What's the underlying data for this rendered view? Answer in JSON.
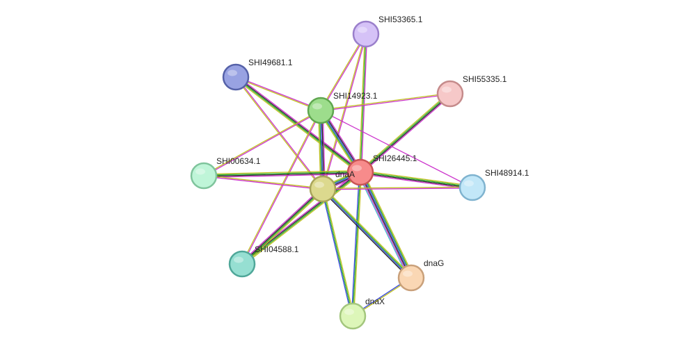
{
  "nodes": [
    {
      "id": "SHI53365.1",
      "label": "SHI53365.1",
      "fill": "#d5c2f7",
      "stroke": "#9a7fcb"
    },
    {
      "id": "SHI49681.1",
      "label": "SHI49681.1",
      "fill": "#98a2e2",
      "stroke": "#5561a8"
    },
    {
      "id": "SHI55335.1",
      "label": "SHI55335.1",
      "fill": "#f6c8c8",
      "stroke": "#c58b8b"
    },
    {
      "id": "SHI14923.1",
      "label": "SHI14923.1",
      "fill": "#9ddd8c",
      "stroke": "#5fa64f"
    },
    {
      "id": "SHI26445.1",
      "label": "SHI26445.1",
      "fill": "#f78b8b",
      "stroke": "#c95555"
    },
    {
      "id": "SHI00634.1",
      "label": "SHI00634.1",
      "fill": "#bff5d8",
      "stroke": "#7fc49c"
    },
    {
      "id": "dnaA",
      "label": "dnaA",
      "fill": "#dcd98e",
      "stroke": "#a8a45a"
    },
    {
      "id": "SHI48914.1",
      "label": "SHI48914.1",
      "fill": "#c2e7f8",
      "stroke": "#7fb3cf"
    },
    {
      "id": "SHI04588.1",
      "label": "SHI04588.1",
      "fill": "#96dfd2",
      "stroke": "#4fa799"
    },
    {
      "id": "dnaG",
      "label": "dnaG",
      "fill": "#fad7b4",
      "stroke": "#c9a07a"
    },
    {
      "id": "dnaX",
      "label": "dnaX",
      "fill": "#ddf6b9",
      "stroke": "#a3c67d"
    }
  ],
  "edges": [
    {
      "source": "SHI26445.1",
      "target": "SHI53365.1",
      "colors": [
        "#c0c020",
        "#22aa22",
        "#cc33cc"
      ]
    },
    {
      "source": "SHI14923.1",
      "target": "SHI53365.1",
      "colors": [
        "#c0c020",
        "#cc33cc"
      ]
    },
    {
      "source": "dnaA",
      "target": "SHI53365.1",
      "colors": [
        "#c0c020",
        "#cc33cc"
      ]
    },
    {
      "source": "SHI26445.1",
      "target": "SHI49681.1",
      "colors": [
        "#c0c020",
        "#22aa22",
        "#222222",
        "#cc33cc"
      ]
    },
    {
      "source": "SHI14923.1",
      "target": "SHI49681.1",
      "colors": [
        "#c0c020",
        "#cc33cc"
      ]
    },
    {
      "source": "dnaA",
      "target": "SHI49681.1",
      "colors": [
        "#c0c020",
        "#cc33cc"
      ]
    },
    {
      "source": "SHI26445.1",
      "target": "SHI55335.1",
      "colors": [
        "#c0c020",
        "#22aa22",
        "#222222",
        "#cc33cc"
      ]
    },
    {
      "source": "SHI14923.1",
      "target": "SHI55335.1",
      "colors": [
        "#c0c020",
        "#cc33cc"
      ]
    },
    {
      "source": "SHI26445.1",
      "target": "SHI14923.1",
      "colors": [
        "#c0c020",
        "#22aa22",
        "#3344dd",
        "#222222",
        "#cc33cc"
      ]
    },
    {
      "source": "dnaA",
      "target": "SHI14923.1",
      "colors": [
        "#c0c020",
        "#22aa22",
        "#3344dd",
        "#222222",
        "#cc33cc"
      ]
    },
    {
      "source": "SHI00634.1",
      "target": "SHI14923.1",
      "colors": [
        "#c0c020",
        "#cc33cc"
      ]
    },
    {
      "source": "SHI04588.1",
      "target": "SHI14923.1",
      "colors": [
        "#c0c020",
        "#cc33cc"
      ]
    },
    {
      "source": "SHI14923.1",
      "target": "SHI48914.1",
      "colors": [
        "#cc33cc"
      ]
    },
    {
      "source": "dnaA",
      "target": "SHI26445.1",
      "colors": [
        "#c0c020",
        "#22aa22",
        "#3344dd",
        "#222222",
        "#cc33cc"
      ]
    },
    {
      "source": "SHI00634.1",
      "target": "SHI26445.1",
      "colors": [
        "#c0c020",
        "#22aa22",
        "#222222",
        "#cc33cc"
      ]
    },
    {
      "source": "SHI26445.1",
      "target": "SHI48914.1",
      "colors": [
        "#c0c020",
        "#22aa22",
        "#222222",
        "#cc33cc"
      ]
    },
    {
      "source": "SHI26445.1",
      "target": "SHI04588.1",
      "colors": [
        "#c0c020",
        "#22aa22",
        "#222222",
        "#cc33cc"
      ]
    },
    {
      "source": "SHI26445.1",
      "target": "dnaG",
      "colors": [
        "#c0c020",
        "#22aa22",
        "#3344dd",
        "#222222",
        "#cc33cc",
        "#44bbcc"
      ]
    },
    {
      "source": "SHI26445.1",
      "target": "dnaX",
      "colors": [
        "#c0c020",
        "#22aa22",
        "#3344dd"
      ]
    },
    {
      "source": "SHI00634.1",
      "target": "dnaA",
      "colors": [
        "#c0c020",
        "#cc33cc"
      ]
    },
    {
      "source": "dnaA",
      "target": "SHI48914.1",
      "colors": [
        "#c0c020",
        "#cc33cc"
      ]
    },
    {
      "source": "dnaA",
      "target": "SHI04588.1",
      "colors": [
        "#c0c020",
        "#22aa22",
        "#222222",
        "#cc33cc"
      ]
    },
    {
      "source": "dnaA",
      "target": "dnaG",
      "colors": [
        "#c0c020",
        "#22aa22",
        "#3344dd",
        "#222222"
      ]
    },
    {
      "source": "dnaA",
      "target": "dnaX",
      "colors": [
        "#c0c020",
        "#22aa22",
        "#3344dd"
      ]
    },
    {
      "source": "dnaG",
      "target": "dnaX",
      "colors": [
        "#c0c020",
        "#3344dd"
      ]
    }
  ]
}
